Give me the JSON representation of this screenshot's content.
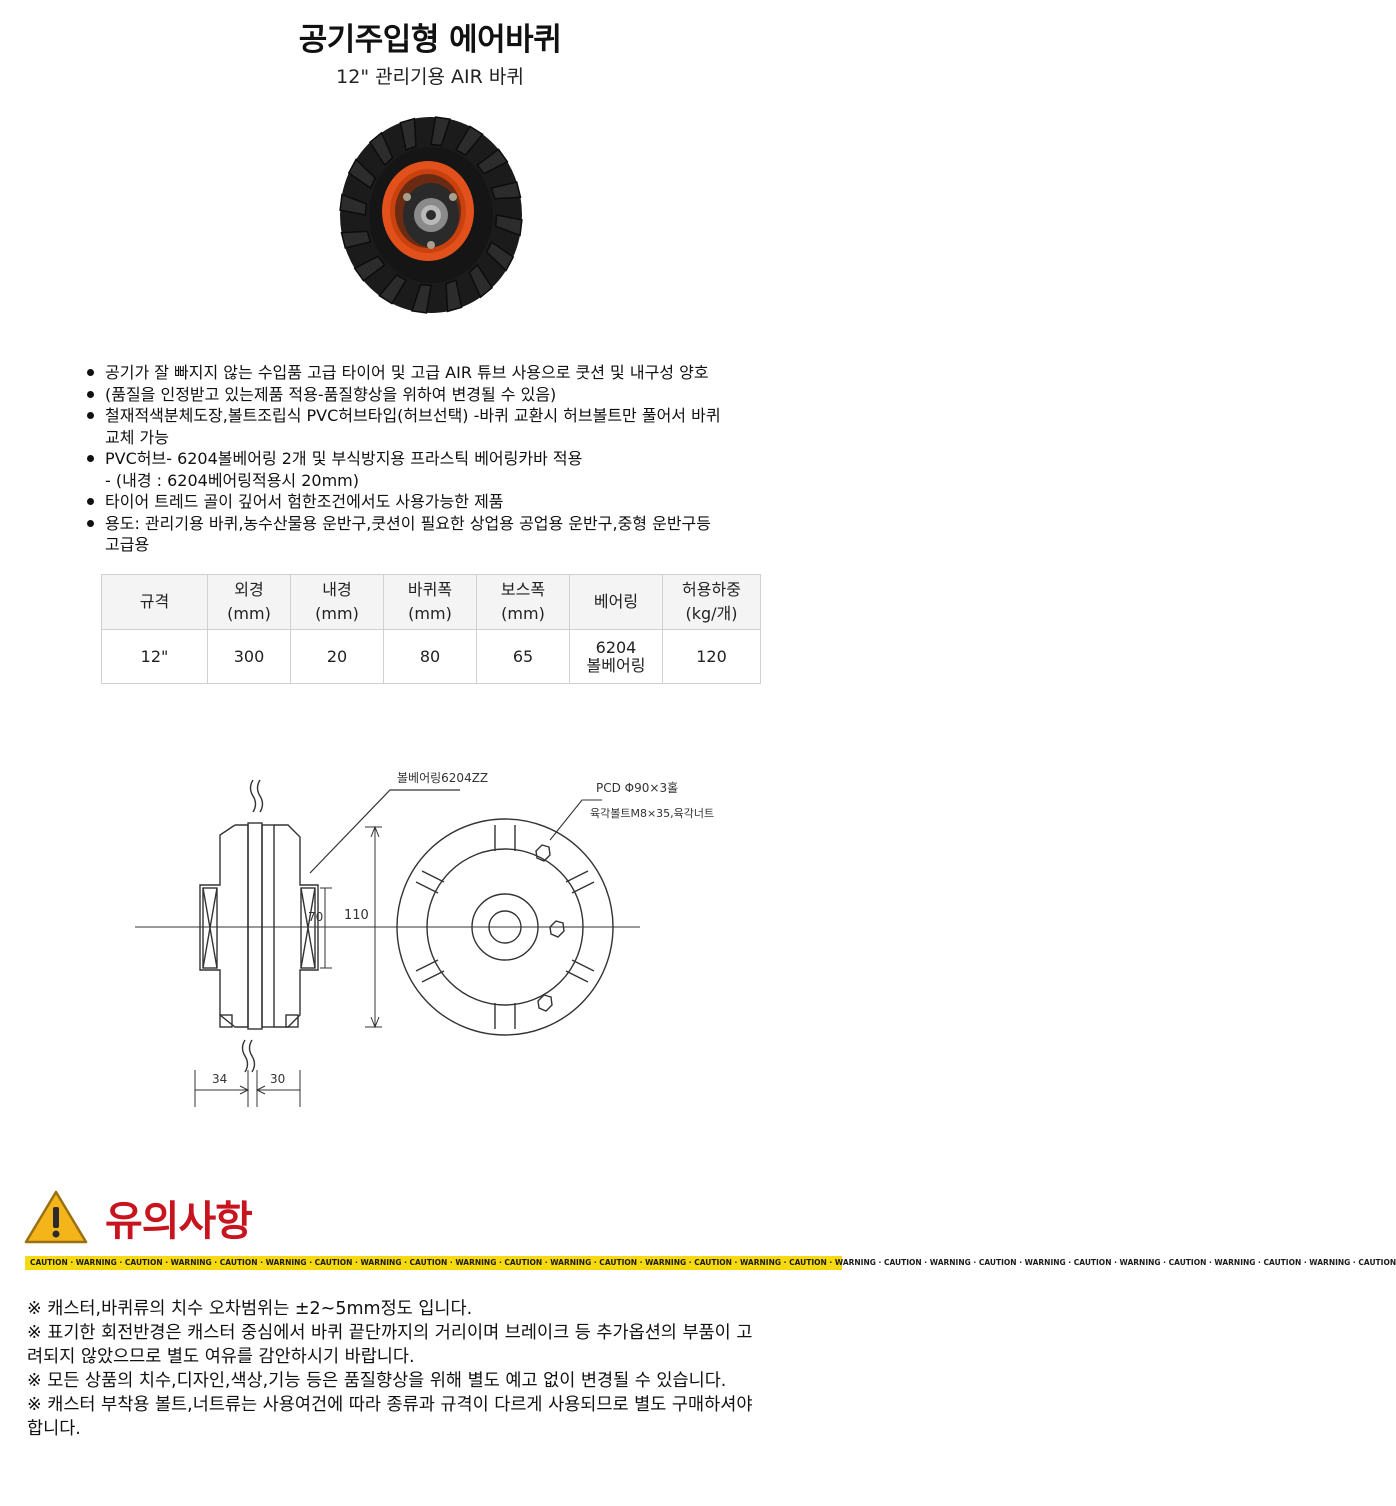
{
  "header": {
    "title": "공기주입형 에어바퀴",
    "subtitle": "12\" 관리기용 AIR 바퀴"
  },
  "features": [
    {
      "lines": [
        "공기가 잘 빠지지 않는 수입품 고급 타이어 및 고급 AIR 튜브 사용으로 쿳션 및 내구성 양호"
      ]
    },
    {
      "lines": [
        " (품질을 인정받고 있는제품 적용-품질향상을 위하여 변경될 수 있음)"
      ]
    },
    {
      "lines": [
        "철재적색분체도장,볼트조립식 PVC허브타입(허브선택) -바퀴 교환시 허브볼트만 풀어서 바퀴",
        "교체 가능"
      ]
    },
    {
      "lines": [
        "PVC허브- 6204볼베어링 2개 및 부식방지용 프라스틱 베어링카바 적용",
        "- (내경 : 6204베어링적용시 20mm)"
      ]
    },
    {
      "lines": [
        "타이어 트레드 골이 깊어서 험한조건에서도 사용가능한 제품"
      ]
    },
    {
      "lines": [
        "용도: 관리기용 바퀴,농수산물용 운반구,쿳션이 필요한 상업용 공업용 운반구,중형 운반구등",
        "고급용"
      ]
    }
  ],
  "spec_table": {
    "headers": [
      [
        "규격"
      ],
      [
        "외경",
        "(mm)"
      ],
      [
        "내경",
        "(mm)"
      ],
      [
        "바퀴폭",
        "(mm)"
      ],
      [
        "보스폭",
        "(mm)"
      ],
      [
        "베어링"
      ],
      [
        "허용하중",
        "(kg/개)"
      ]
    ],
    "row": [
      [
        "12\""
      ],
      [
        "300"
      ],
      [
        "20"
      ],
      [
        "80"
      ],
      [
        "65"
      ],
      [
        "6204",
        "볼베어링"
      ],
      [
        "120"
      ]
    ]
  },
  "diagram": {
    "bearing_label": "볼베어링6204ZZ",
    "pcd_label": "PCD Φ90×3홀",
    "bolt_label": "육각볼트M8×35,육각너트",
    "dim_70": "70",
    "dim_110": "110",
    "dim_34": "34",
    "dim_30": "30"
  },
  "caution": {
    "title": "유의사항",
    "strip_text": "CAUTION · WARNING · CAUTION · WARNING · CAUTION · WARNING · CAUTION · WARNING · CAUTION · WARNING · CAUTION · WARNING · CAUTION · WARNING · CAUTION · WARNING · CAUTION · WARNING · CAUTION · WARNING · CAUTION · WARNING · CAUTION · WARNING · CAUTION · WARNING · CAUTION · WARNING · CAUTION",
    "notes": [
      {
        "lines": [
          "※ 캐스터,바퀴류의 치수 오차범위는 ±2~5mm정도 입니다."
        ]
      },
      {
        "lines": [
          "※ 표기한 회전반경은 캐스터 중심에서 바퀴 끝단까지의 거리이며 브레이크 등 추가옵션의 부품이 고",
          "려되지 않았으므로 별도 여유를 감안하시기 바랍니다."
        ]
      },
      {
        "lines": [
          "※ 모든 상품의 치수,디자인,색상,기능 등은 품질향상을 위해 별도 예고 없이 변경될 수 있습니다."
        ]
      },
      {
        "lines": [
          "※ 캐스터 부착용 볼트,너트류는 사용여건에 따라 종류과 규격이 다르게 사용되므로 별도 구매하셔야",
          "합니다."
        ]
      }
    ]
  },
  "colors": {
    "caution_red": "#c8141e",
    "strip_yellow": "#f6d90f",
    "hub_orange": "#e2511b",
    "tire_black": "#1b1b1b"
  }
}
